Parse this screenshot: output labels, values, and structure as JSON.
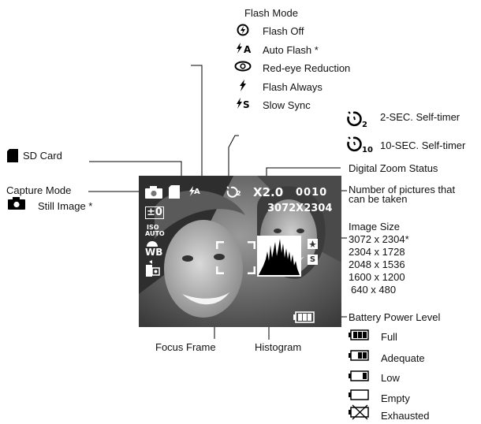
{
  "flash": {
    "title": "Flash Mode",
    "items": [
      {
        "icon": "flash-off-icon",
        "label": "Flash Off"
      },
      {
        "icon": "auto-flash-icon",
        "label": "Auto Flash *"
      },
      {
        "icon": "red-eye-icon",
        "label": "Red-eye Reduction"
      },
      {
        "icon": "flash-always-icon",
        "label": "Flash Always"
      },
      {
        "icon": "slow-sync-icon",
        "label": "Slow Sync"
      }
    ]
  },
  "timer": {
    "items": [
      {
        "icon": "self-timer-2-icon",
        "label": "2-SEC. Self-timer"
      },
      {
        "icon": "self-timer-10-icon",
        "label": "10-SEC. Self-timer"
      }
    ]
  },
  "sd_card": {
    "label": "SD Card"
  },
  "capture": {
    "title": "Capture Mode",
    "item": "Still Image *"
  },
  "zoom": {
    "label": "Digital Zoom Status"
  },
  "pictures": {
    "line1": "Number of pictures that",
    "line2": "can be taken"
  },
  "image_size": {
    "title": "Image Size",
    "items": [
      "3072 x 2304*",
      "2304 x 1728",
      "2048 x 1536",
      "1600 x 1200",
      "640 x 480"
    ]
  },
  "battery": {
    "title": "Battery Power Level",
    "items": [
      "Full",
      "Adequate",
      "Low",
      "Empty",
      "Exhausted"
    ]
  },
  "bottom": {
    "focus": "Focus Frame",
    "histogram": "Histogram"
  },
  "osd": {
    "zoom": "X2.0",
    "count": "0010",
    "size": "3072X2304",
    "ev": "±0",
    "iso_top": "ISO",
    "iso_bottom": "AUTO",
    "wb": "WB",
    "flash_text": "A",
    "timer_sub": "2",
    "s_badge": "S"
  },
  "colors": {
    "accent": "#000000",
    "photo_bg": "#6e6e6e"
  }
}
